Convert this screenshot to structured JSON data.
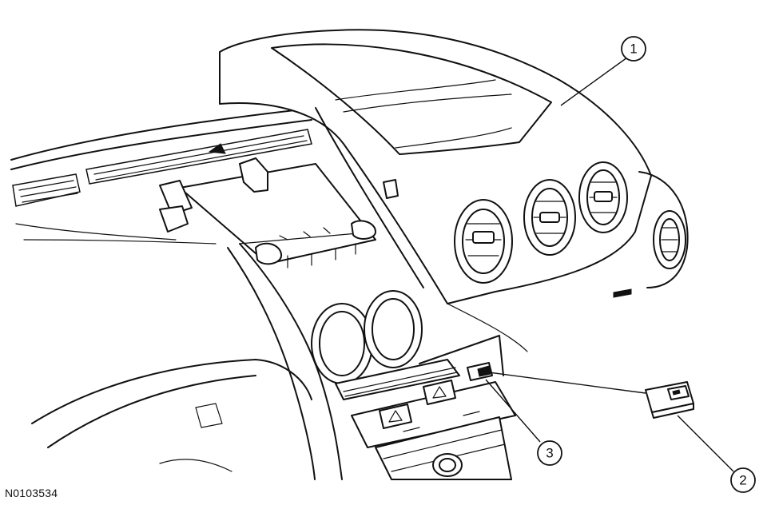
{
  "figure": {
    "id_label": "N0103534"
  },
  "callouts": [
    {
      "number": "1"
    },
    {
      "number": "2"
    },
    {
      "number": "3"
    }
  ]
}
